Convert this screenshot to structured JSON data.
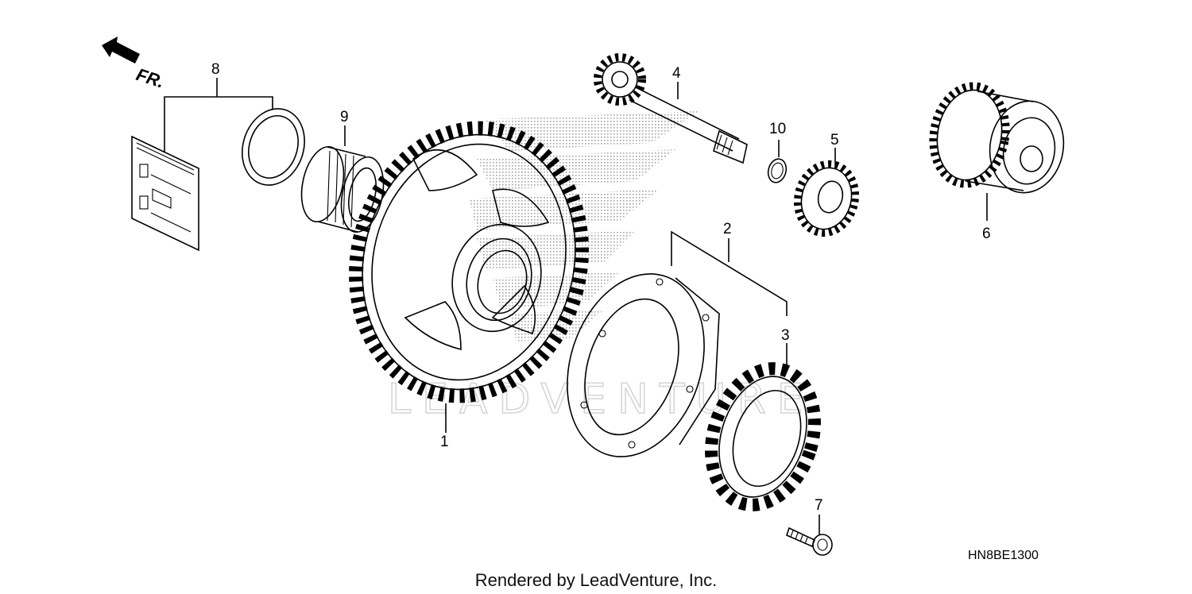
{
  "direction_label": "FR.",
  "callouts": [
    {
      "id": "1",
      "label": "1"
    },
    {
      "id": "2",
      "label": "2"
    },
    {
      "id": "3",
      "label": "3"
    },
    {
      "id": "4",
      "label": "4"
    },
    {
      "id": "5",
      "label": "5"
    },
    {
      "id": "6",
      "label": "6"
    },
    {
      "id": "7",
      "label": "7"
    },
    {
      "id": "8",
      "label": "8"
    },
    {
      "id": "9",
      "label": "9"
    },
    {
      "id": "10",
      "label": "10"
    }
  ],
  "diagram_code": "HN8BE1300",
  "footer": "Rendered by LeadVenture, Inc.",
  "watermark": "LEADVENTURE"
}
